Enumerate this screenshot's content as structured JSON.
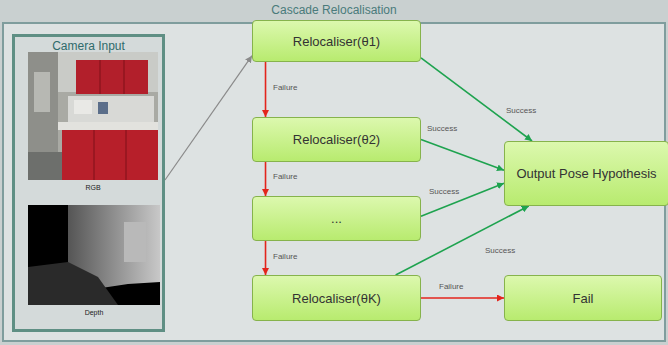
{
  "diagram": {
    "nodes": [
      {
        "text": [
          "Cascade Relocalisation"
        ]
      },
      {
        "text": [
          "Camera Input"
        ],
        "in": 0
      },
      {
        "text": [
          "Relocaliser(θ1)"
        ],
        "in": 0
      },
      {
        "text": [
          "Relocaliser(θ2)"
        ],
        "in": 0
      },
      {
        "text": [
          "..."
        ],
        "in": 0
      },
      {
        "text": [
          "Relocaliser(θK)"
        ],
        "in": 0
      },
      {
        "text": [
          "Output Pose Hypothesis"
        ],
        "in": 0
      },
      {
        "text": [
          "Fail"
        ],
        "in": 0
      }
    ],
    "edges": [
      {
        "from": 1,
        "to": 2,
        "arrow": "to"
      },
      {
        "from": 2,
        "to": 3,
        "label": "Failure",
        "arrow": "to"
      },
      {
        "from": 3,
        "to": 4,
        "label": "Failure",
        "arrow": "to"
      },
      {
        "from": 4,
        "to": 5,
        "label": "Failure",
        "arrow": "to"
      },
      {
        "from": 5,
        "to": 7,
        "label": "Failure",
        "arrow": "to"
      },
      {
        "from": 2,
        "to": 6,
        "label": "Success",
        "arrow": "to"
      },
      {
        "from": 3,
        "to": 6,
        "label": "Success",
        "arrow": "to"
      },
      {
        "from": 4,
        "to": 6,
        "label": "Success",
        "arrow": "to"
      },
      {
        "from": 5,
        "to": 6,
        "label": "Success",
        "arrow": "to"
      }
    ],
    "labels": [
      "RGB",
      "Depth"
    ]
  }
}
